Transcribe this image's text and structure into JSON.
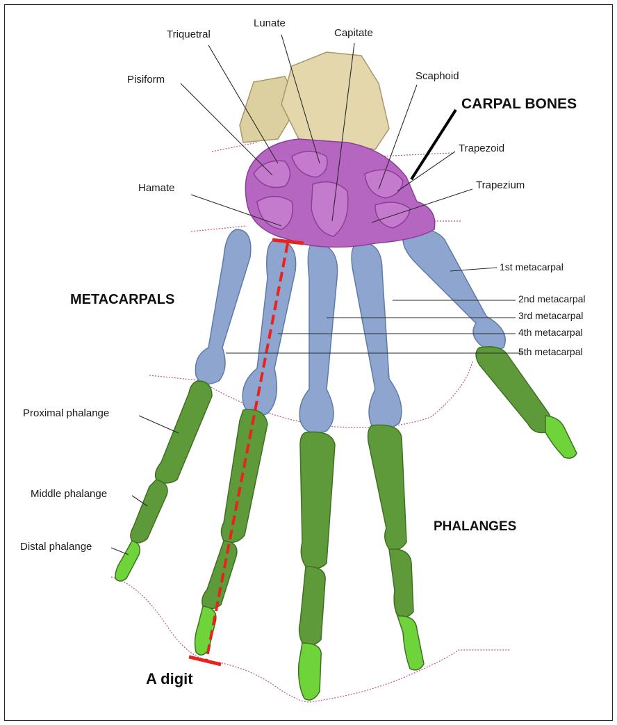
{
  "labels": {
    "triquetral": "Triquetral",
    "lunate": "Lunate",
    "capitate": "Capitate",
    "pisiform": "Pisiform",
    "scaphoid": "Scaphoid",
    "carpal_bones": "CARPAL BONES",
    "trapezoid": "Trapezoid",
    "hamate": "Hamate",
    "trapezium": "Trapezium",
    "metacarpal_1": "1st metacarpal",
    "metacarpal_2": "2nd metacarpal",
    "metacarpal_3": "3rd metacarpal",
    "metacarpal_4": "4th metacarpal",
    "metacarpal_5": "5th metacarpal",
    "metacarpals": "METACARPALS",
    "proximal_phalange": "Proximal phalange",
    "middle_phalange": "Middle phalange",
    "distal_phalange": "Distal phalange",
    "phalanges": "PHALANGES",
    "a_digit": "A digit"
  },
  "colors": {
    "carpal": "#b566c0",
    "carpal_dark": "#8d3e98",
    "metacarpal": "#8ea6cf",
    "metacarpal_dark": "#5d7aa8",
    "phalanx": "#5f9a3a",
    "phalanx_dark": "#3e6f22",
    "phalanx_tip": "#6fd33a",
    "forearm": "#dccfa0",
    "digit_marker": "#e8231c",
    "boundary": "#c0508a"
  }
}
